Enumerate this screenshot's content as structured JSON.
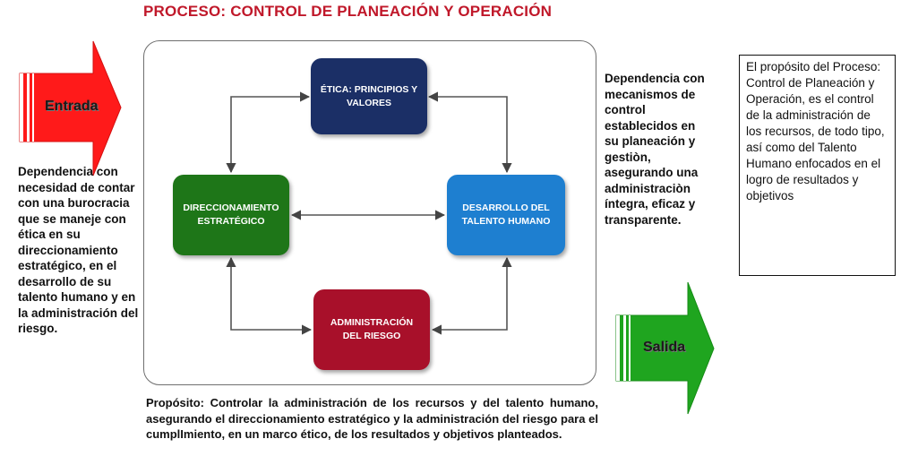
{
  "title": "PROCESO: CONTROL DE PLANEACIÓN Y OPERACIÓN",
  "nodes": {
    "ethics": "ÉTICA: PRINCIPIOS Y VALORES",
    "direct": "DIRECCIONAMIENTO ESTRATÉGICO",
    "talent": "DESARROLLO DEL TALENTO HUMANO",
    "risk": "ADMINISTRACIÓN DEL RIESGO"
  },
  "input_arrow": {
    "label": "Entrada",
    "color": "#ff1a1a"
  },
  "output_arrow": {
    "label": "Salida",
    "color": "#1fa51f"
  },
  "left_text": "Dependencia con necesidad de contar con una burocracia que se maneje con ética en su direccionamiento estratégico, en el desarrollo de su talento humano y en la administración del riesgo.",
  "right_text": "Dependencia con mecanismos de control establecidos en su planeación y gestiòn, asegurando una administraciòn íntegra, eficaz y transparente.",
  "purpose_box": "El propósito del Proceso: Control de Planeación y Operación, es el control de la administración de los recursos, de todo tipo, así como del Talento Humano enfocados en el logro de resultados y objetivos",
  "bottom_text": "Propósito: Controlar la administración de los recursos y del talento humano,  asegurando el direccionamiento estratégico y la administración del riesgo para el cumplImiento, en un marco ético, de los resultados y objetivos planteados.",
  "colors": {
    "title": "#c0182a",
    "ethics": "#1b2f66",
    "direct": "#1e7618",
    "talent": "#1e7fd0",
    "risk": "#a8102a"
  }
}
